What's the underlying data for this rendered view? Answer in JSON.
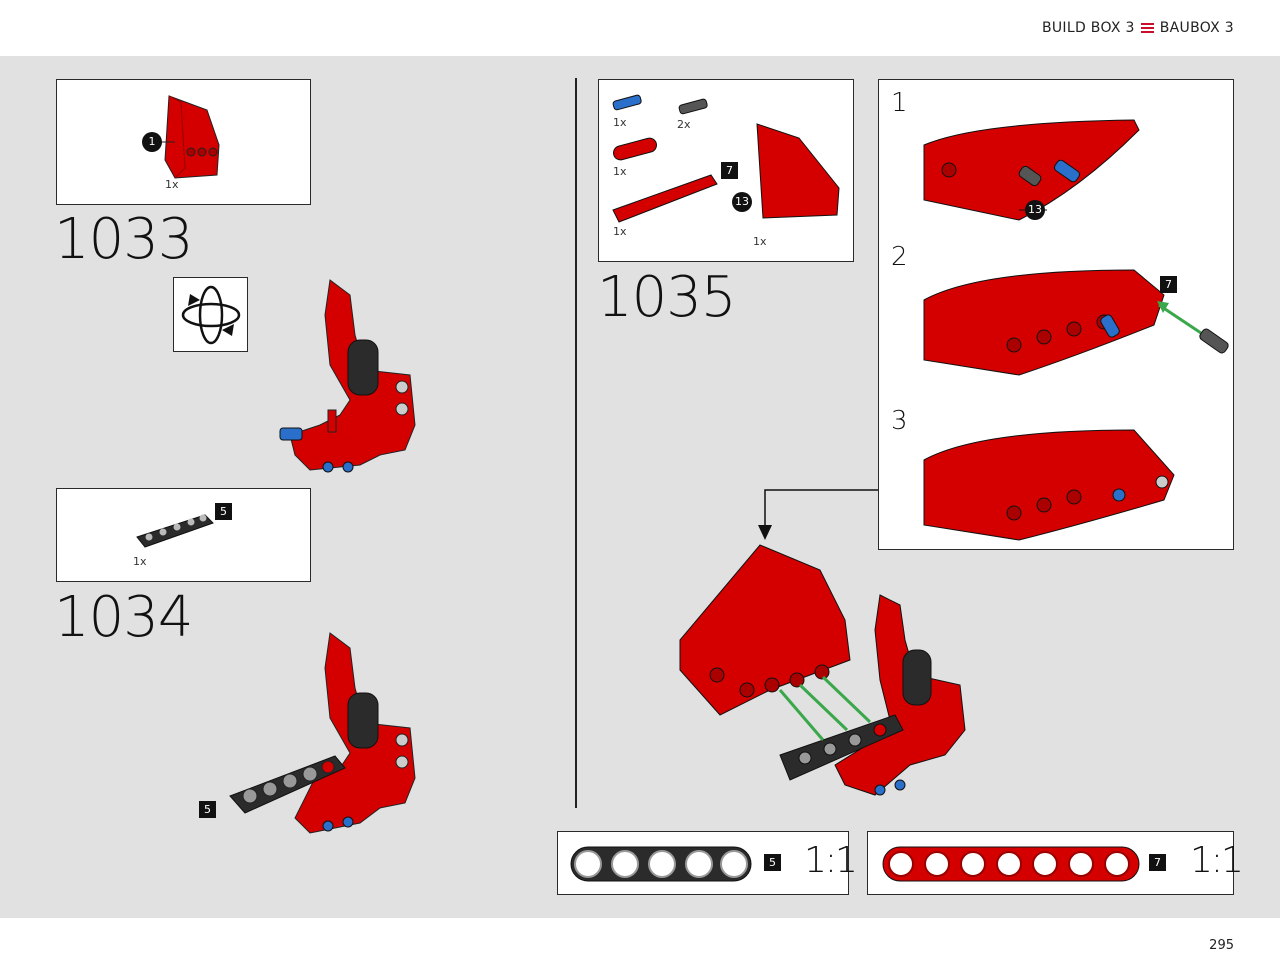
{
  "header": {
    "left": "BUILD BOX 3",
    "right": "BAUBOX 3",
    "flag_color": "#c8102e"
  },
  "footer": {
    "page": "295"
  },
  "steps": {
    "s1033": {
      "number": "1033",
      "callout": {
        "qty": "1x",
        "circle": "1"
      }
    },
    "s1034": {
      "number": "1034",
      "callout": {
        "qty": "1x",
        "tag": "5"
      },
      "model_tag": "5"
    },
    "s1035": {
      "number": "1035",
      "parts": [
        {
          "qty": "1x"
        },
        {
          "qty": "2x"
        },
        {
          "qty": "1x"
        },
        {
          "qty": "1x",
          "tag": "7"
        },
        {
          "qty": "1x",
          "circle": "13"
        }
      ],
      "substeps": {
        "one": {
          "label": "1",
          "circle": "13"
        },
        "two": {
          "label": "2",
          "tag": "7"
        },
        "three": {
          "label": "3"
        }
      }
    }
  },
  "scale_refs": [
    {
      "tag": "5",
      "ratio": "1:1",
      "color": "#2b2b2b"
    },
    {
      "tag": "7",
      "ratio": "1:1",
      "color": "#d00000"
    }
  ],
  "colors": {
    "red": "#d40000",
    "black": "#2b2b2b",
    "blue": "#2a6fc9",
    "green": "#3aa84a",
    "background": "#e1e1e1"
  }
}
